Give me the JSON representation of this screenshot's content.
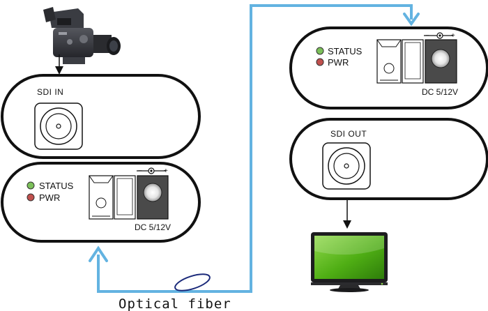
{
  "colors": {
    "fiber": "#63b3e1",
    "status_led": "#7cc05a",
    "pwr_led": "#c0504d",
    "tv_screen": "#5fbe1e",
    "outline": "#111111"
  },
  "transmitter": {
    "input_title": "SDI IN",
    "status_label": "STATUS",
    "pwr_label": "PWR",
    "dc_label": "DC 5/12V"
  },
  "receiver": {
    "status_label": "STATUS",
    "pwr_label": "PWR",
    "dc_label": "DC 5/12V",
    "output_title": "SDI OUT"
  },
  "fiber": {
    "label": "Optical fiber"
  },
  "icons": {
    "source": "video-camera-icon",
    "display": "monitor-icon",
    "connector_in": "bnc-connector-icon",
    "connector_out": "bnc-connector-icon",
    "power_jack": "dc-jack-icon"
  }
}
